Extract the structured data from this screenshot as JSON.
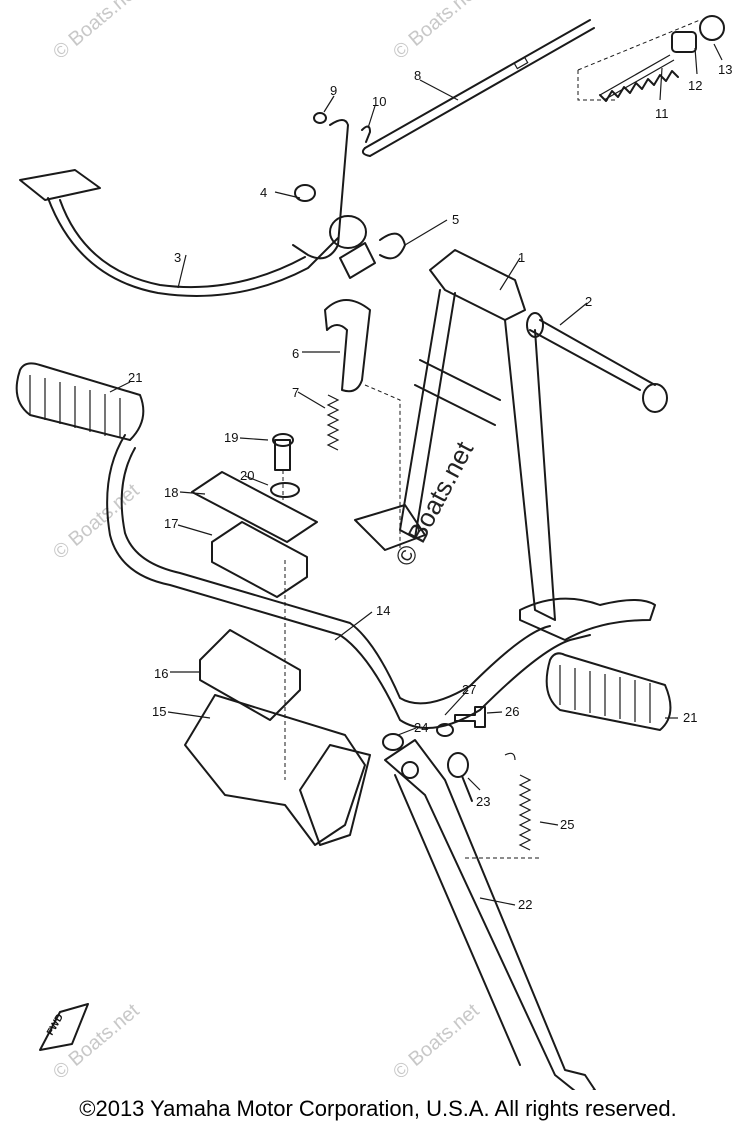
{
  "callouts": {
    "p1": "1",
    "p2": "2",
    "p3": "3",
    "p4": "4",
    "p5": "5",
    "p6": "6",
    "p7": "7",
    "p8": "8",
    "p9": "9",
    "p10": "10",
    "p11": "11",
    "p12": "12",
    "p13": "13",
    "p14": "14",
    "p15": "15",
    "p16": "16",
    "p17": "17",
    "p18": "18",
    "p19": "19",
    "p20": "20",
    "p21": "21",
    "p22": "22",
    "p23": "23",
    "p24": "24",
    "p25": "25",
    "p26": "26",
    "p27": "27"
  },
  "watermark": {
    "small": "© Boats.net",
    "main": "© Boats.net"
  },
  "fwd_label": "FWD",
  "copyright": "©2013 Yamaha Motor Corporation, U.S.A. All rights reserved."
}
